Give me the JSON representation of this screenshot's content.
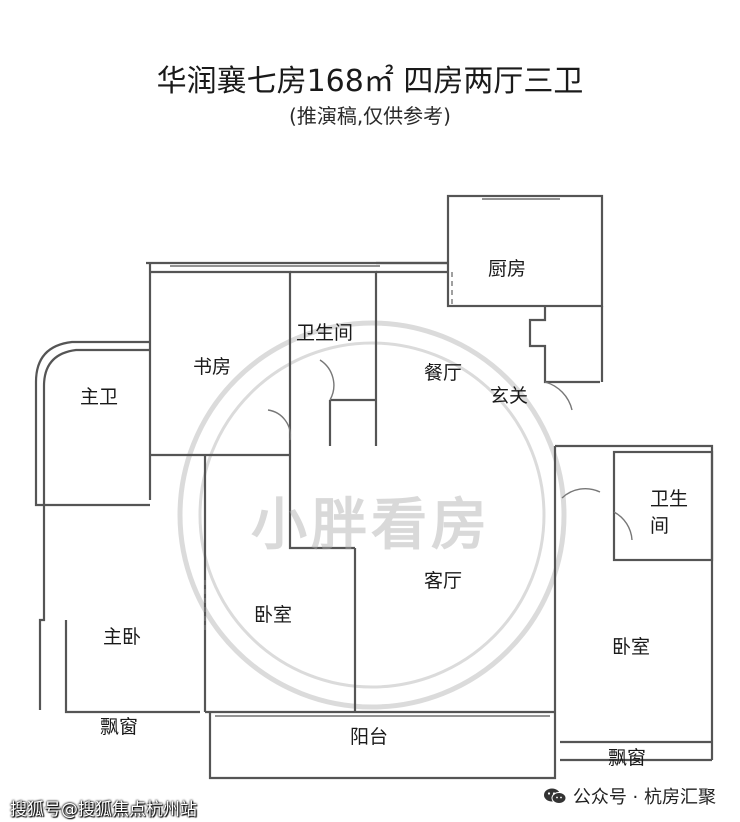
{
  "header": {
    "title": "华润襄七房168㎡ 四房两厅三卫",
    "subtitle": "(推演稿,仅供参考)"
  },
  "rooms": {
    "kitchen": "厨房",
    "bathroom_top": "卫生间",
    "study": "书房",
    "dining": "餐厅",
    "master_bath": "主卫",
    "entrance": "玄关",
    "bathroom_right": "卫生\n间",
    "living": "客厅",
    "bedroom_mid": "卧室",
    "master_bedroom": "主卧",
    "bedroom_right": "卧室",
    "bay_window_left": "飘窗",
    "balcony": "阳台",
    "bay_window_right": "飘窗"
  },
  "watermark": {
    "center_text": "小胖看房"
  },
  "footer": {
    "left_text": "搜狐号@搜狐焦点杭州站",
    "right_text": "公众号 · 杭房汇聚"
  }
}
